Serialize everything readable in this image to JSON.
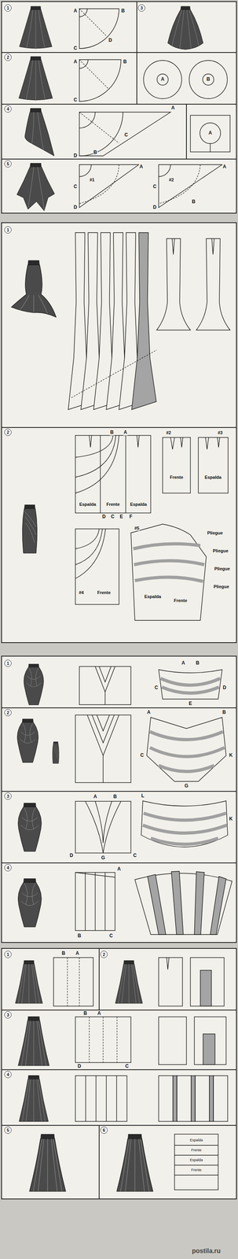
{
  "diagram": {
    "labels": [
      "1",
      "A",
      "B",
      "C",
      "D",
      "3",
      "2",
      "A",
      "B",
      "C",
      "A",
      "B",
      "4",
      "A",
      "B",
      "C",
      "D",
      "A",
      "5",
      "A",
      "#1",
      "C",
      "D",
      "#2",
      "A",
      "B",
      "C",
      "D",
      "1",
      "2",
      "B",
      "A",
      "D",
      "C",
      "E",
      "F",
      "Espalda",
      "Frente",
      "Espalda",
      "#2",
      "Frente",
      "#3",
      "Espalda",
      "#4",
      "Frente",
      "#5",
      "Pliegue",
      "Pliegue",
      "Pliegue",
      "Pliegue",
      "Espalda",
      "Frente",
      "1",
      "A",
      "B",
      "C",
      "D",
      "E",
      "2",
      "A",
      "B",
      "C",
      "K",
      "G",
      "3",
      "A",
      "B",
      "C",
      "D",
      "G",
      "L",
      "K",
      "4",
      "A",
      "B",
      "C",
      "1",
      "B",
      "A",
      "2",
      "3",
      "B",
      "A",
      "D",
      "C",
      "4",
      "5",
      "6",
      "Espalda",
      "Frente",
      "Espalda",
      "Frente",
      "postila.ru"
    ]
  }
}
